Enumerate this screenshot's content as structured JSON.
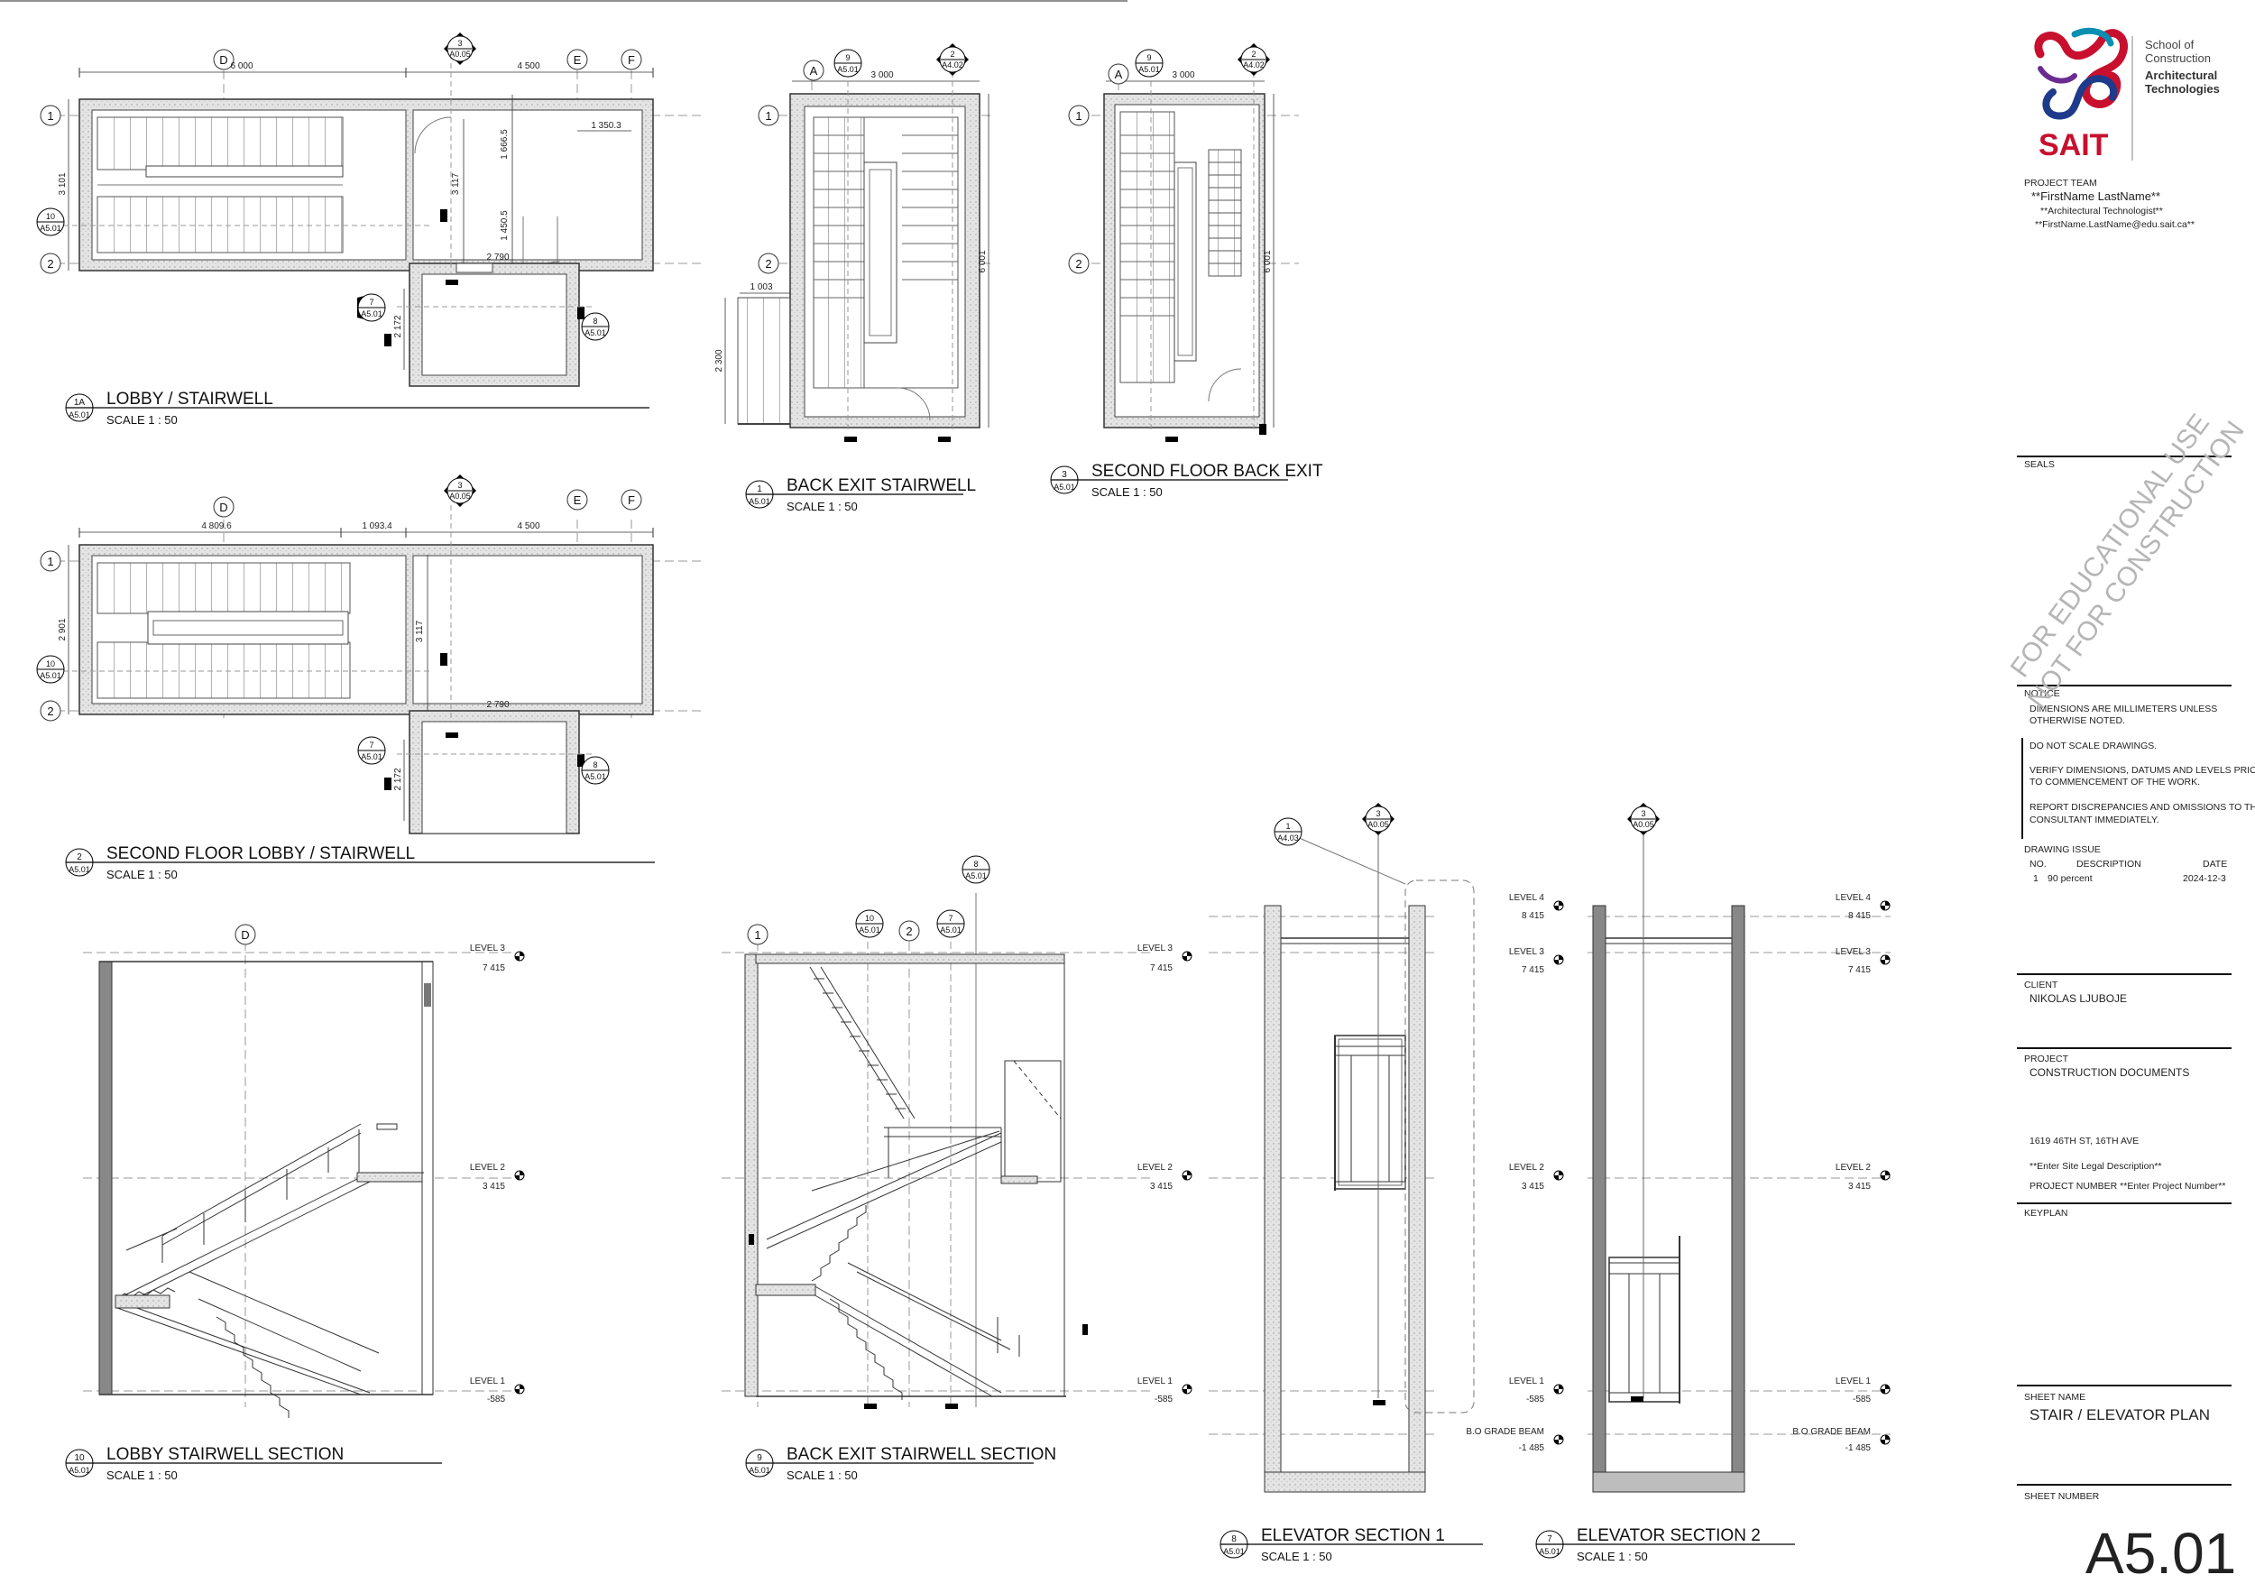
{
  "views": [
    {
      "id": "v1a",
      "num": "1A",
      "ref": "A5.01",
      "title": "LOBBY / STAIRWELL",
      "scale": "SCALE  1 : 50"
    },
    {
      "id": "v1",
      "num": "1",
      "ref": "A5.01",
      "title": "BACK EXIT STAIRWELL",
      "scale": "SCALE  1 : 50"
    },
    {
      "id": "v3",
      "num": "3",
      "ref": "A5.01",
      "title": "SECOND FLOOR BACK EXIT",
      "scale": "SCALE  1 : 50"
    },
    {
      "id": "v2",
      "num": "2",
      "ref": "A5.01",
      "title": "SECOND FLOOR LOBBY / STAIRWELL",
      "scale": "SCALE  1 : 50"
    },
    {
      "id": "v10",
      "num": "10",
      "ref": "A5.01",
      "title": "LOBBY STAIRWELL SECTION",
      "scale": "SCALE  1 : 50"
    },
    {
      "id": "v9",
      "num": "9",
      "ref": "A5.01",
      "title": "BACK EXIT STAIRWELL SECTION",
      "scale": "SCALE  1 : 50"
    },
    {
      "id": "v8",
      "num": "8",
      "ref": "A5.01",
      "title": "ELEVATOR SECTION 1",
      "scale": "SCALE  1 : 50"
    },
    {
      "id": "v7",
      "num": "7",
      "ref": "A5.01",
      "title": "ELEVATOR SECTION 2",
      "scale": "SCALE  1 : 50"
    }
  ],
  "grids": {
    "d": "D",
    "e": "E",
    "f": "F",
    "a": "A",
    "g1": "1",
    "g2": "2"
  },
  "dims": {
    "d6000": "6 000",
    "d4500": "4 500",
    "d3101": "3 101",
    "d3117": "3 117",
    "d1666": "1 666.5",
    "d1450": "1 450.5",
    "d1350": "1 350.3",
    "d2790": "2 790",
    "d2172": "2 172",
    "d3000": "3 000",
    "d6001": "6 001",
    "d1003": "1 003",
    "d2300": "2 300",
    "d4809": "4 809.6",
    "d1093": "1 093.4",
    "d2901": "2 901"
  },
  "tags": {
    "t3": "3",
    "a005": "A0.05",
    "t10": "10",
    "a501": "A5.01",
    "t7": "7",
    "t8": "8",
    "t9": "9",
    "t2": "2",
    "a402": "A4.02",
    "t1": "1",
    "a403": "A4.03"
  },
  "levels": {
    "l4": "LEVEL 4",
    "l4v": "8 415",
    "l3": "LEVEL 3",
    "l3v": "7 415",
    "l2": "LEVEL 2",
    "l2v": "3 415",
    "l1": "LEVEL 1",
    "l1v": "-585",
    "gb": "B.O GRADE BEAM",
    "gbv": "-1 485"
  },
  "titleblock": {
    "logo_word": "SAIT",
    "school_line1": "School of",
    "school_line2": "Construction",
    "school_line3": "Architectural",
    "school_line4": "Technologies",
    "project_team_hdr": "PROJECT TEAM",
    "team_name": "**FirstName LastName**",
    "team_role": "**Architectural Technologist**",
    "team_email": "**FirstName.LastName@edu.sait.ca**",
    "seals_hdr": "SEALS",
    "seal_line1": "FOR EDUCATIONAL USE",
    "seal_line2": "NOT FOR CONSTRUCTION",
    "notice_hdr": "NOTICE",
    "notice1a": "DIMENSIONS ARE MILLIMETERS UNLESS",
    "notice1b": "OTHERWISE NOTED.",
    "notice2": "DO NOT SCALE DRAWINGS.",
    "notice3a": "VERIFY DIMENSIONS, DATUMS AND LEVELS PRIOR",
    "notice3b": "TO COMMENCEMENT OF THE WORK.",
    "notice4a": "REPORT DISCREPANCIES AND OMISSIONS TO THE",
    "notice4b": "CONSULTANT IMMEDIATELY.",
    "issue_hdr": "DRAWING ISSUE",
    "col_no": "NO.",
    "col_desc": "DESCRIPTION",
    "col_date": "DATE",
    "row_no": "1",
    "row_desc": "90 percent",
    "row_date": "2024-12-3",
    "client_hdr": "CLIENT",
    "client": "NIKOLAS LJUBOJE",
    "project_hdr": "PROJECT",
    "project": "CONSTRUCTION DOCUMENTS",
    "address": "1619 46TH ST, 16TH AVE",
    "legal": "**Enter Site Legal Description**",
    "proj_num": "PROJECT NUMBER  **Enter Project Number**",
    "keyplan_hdr": "KEYPLAN",
    "sheet_name_hdr": "SHEET NAME",
    "sheet_name": "STAIR / ELEVATOR PLAN",
    "sheet_number_hdr": "SHEET NUMBER",
    "sheet_number": "A5.01"
  },
  "colors": {
    "logo_red": "#c8102e",
    "logo_blue": "#1e3a8a",
    "logo_teal": "#0a8fb0",
    "wall": "#8a8a8a",
    "line": "#222222"
  }
}
